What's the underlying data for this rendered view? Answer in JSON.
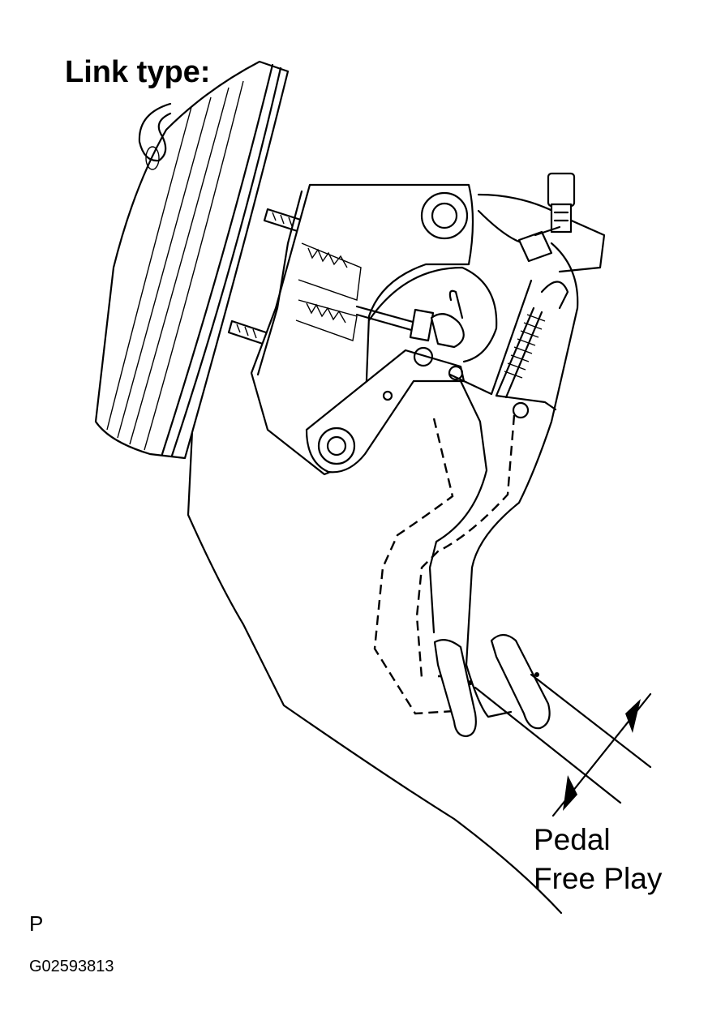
{
  "title": "Link type:",
  "callout": {
    "line1": "Pedal",
    "line2": "Free Play"
  },
  "code_letter": "P",
  "figure_id": "G02593813"
}
